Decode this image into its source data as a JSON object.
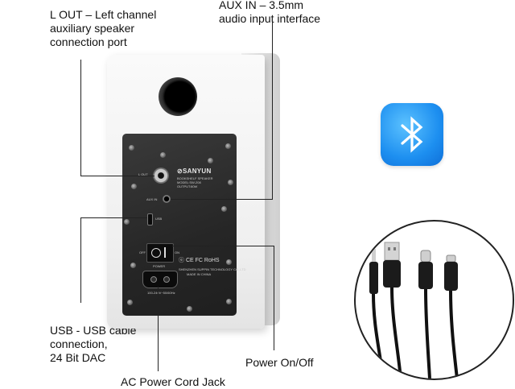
{
  "callouts": {
    "l_out": "L OUT  –  Left channel\nauxiliary speaker\nconnection port",
    "aux_in": "AUX IN  –  3.5mm\naudio input interface",
    "usb": "USB - USB cable\nconnection,\n24 Bit DAC",
    "power": "Power On/Off",
    "ac": "AC Power Cord Jack"
  },
  "panel": {
    "brand": "⊘SANYUN",
    "spec": "BOOKSHELF SPEAKER\nMODEL:SW-208\nOUTPUT:80W",
    "lout_label": "L OUT",
    "aux_label": "AUX IN",
    "usb_label": "USB",
    "off_label": "OFF",
    "on_label": "ON",
    "cert": "ⓔ CE FC RoHS",
    "power_label": "POWER",
    "maker": "SHENZHEN SUPPIN TECHNOLOGY CO.,LTD",
    "origin": "MADE IN CHINA",
    "rating": "100-240V~50/60Hz"
  },
  "colors": {
    "bluetooth": "#1d8ff0",
    "panel": "#262626",
    "body": "#f2f2f2"
  },
  "icons": [
    "bluetooth-icon",
    "usb-a-plug-icon",
    "usb-c-plug-icon",
    "micro-usb-plug-icon",
    "audio-jack-plug-icon"
  ]
}
